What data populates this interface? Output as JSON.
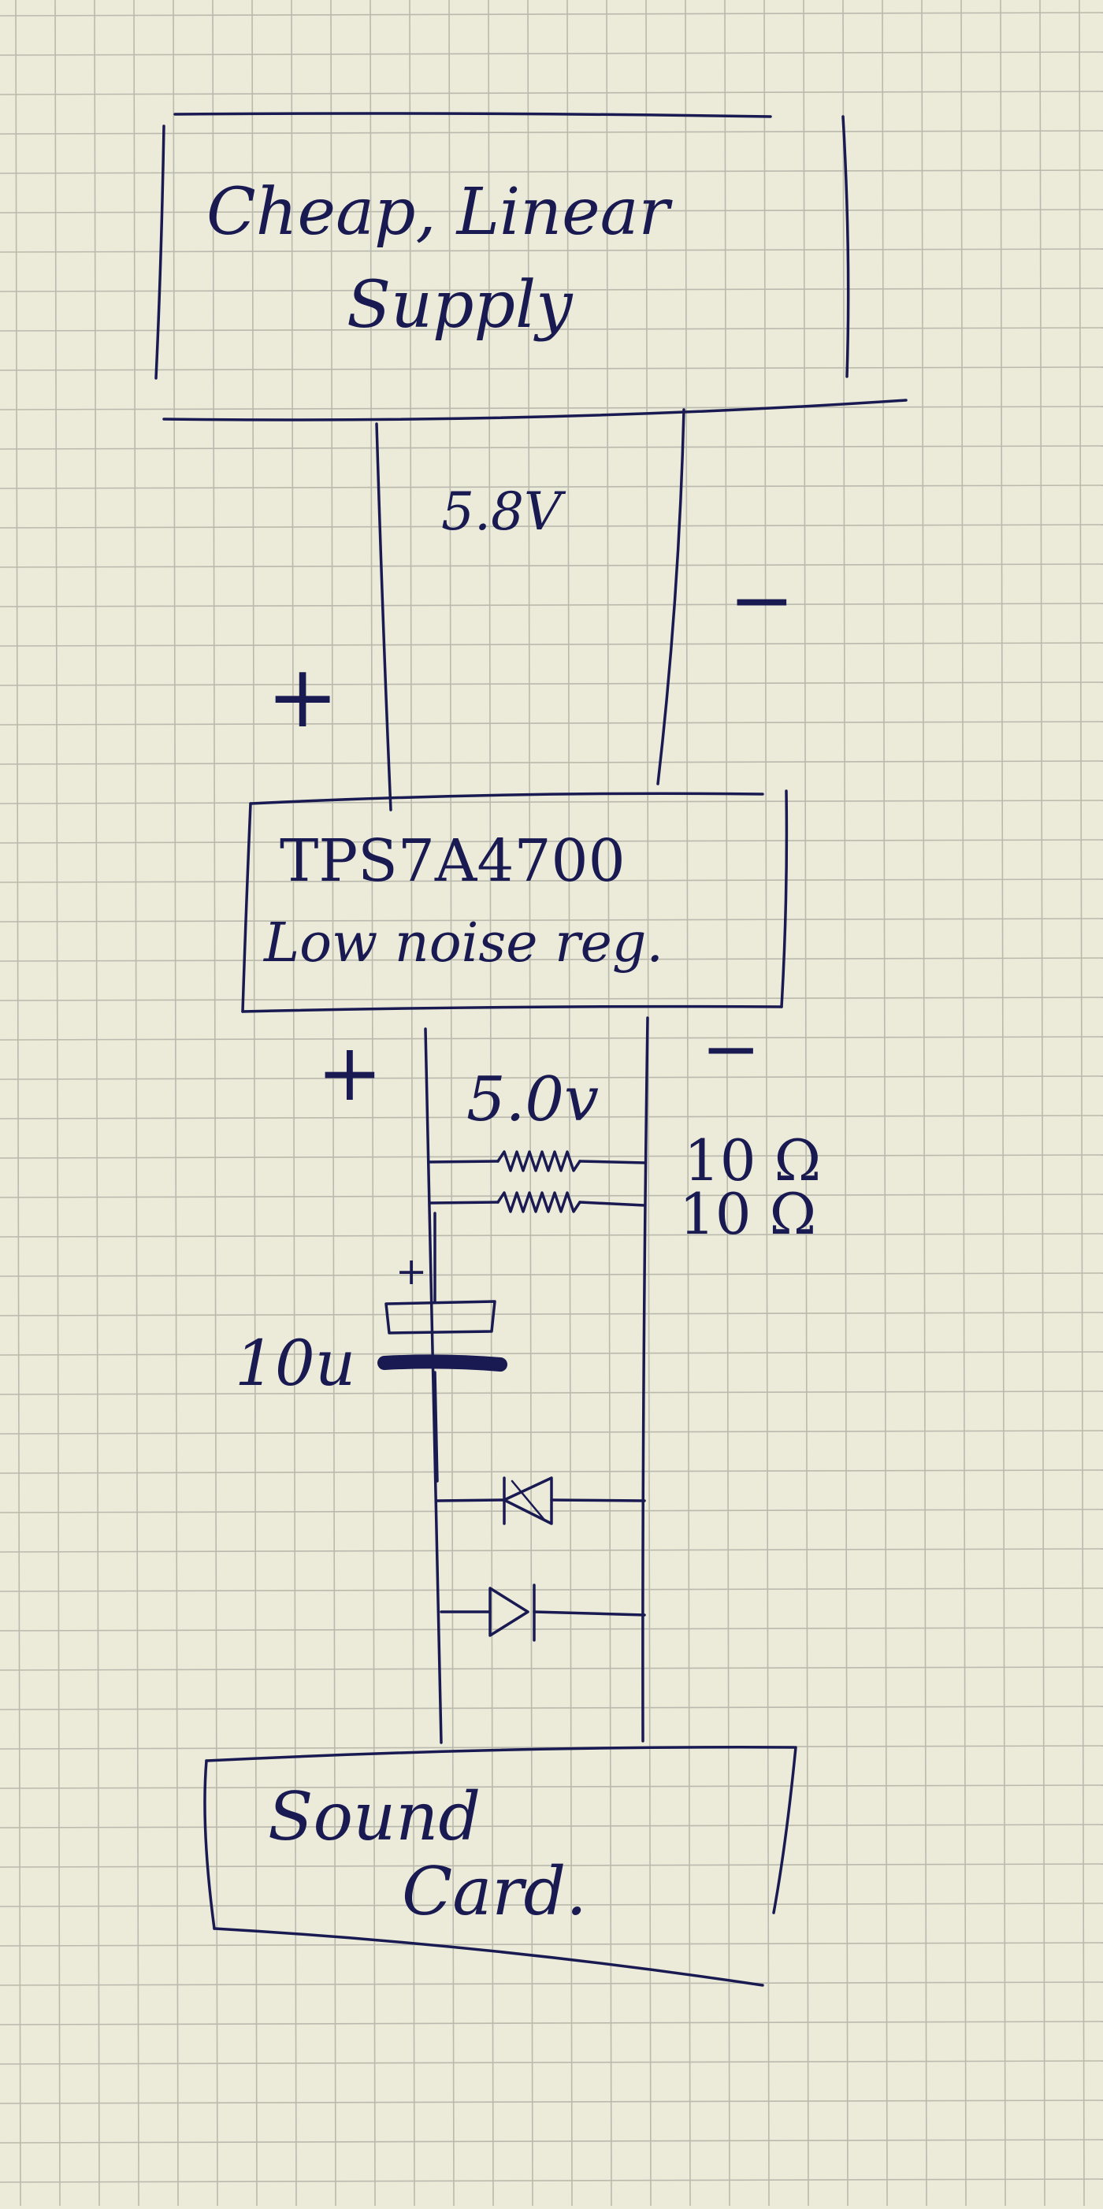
{
  "paper": {
    "background_color": "#ecebd9",
    "grid_color": "#b9b9ad",
    "ink_color": "#1a1a52"
  },
  "supply_block": {
    "line1": "Cheap, Linear",
    "line2": "Supply"
  },
  "supply_rail": {
    "voltage": "5.8V",
    "positive": "+",
    "negative": "−"
  },
  "regulator_block": {
    "part": "TPS7A4700",
    "description": "Low noise reg."
  },
  "output_rail": {
    "voltage": "5.0v",
    "positive": "+",
    "negative": "−"
  },
  "components": {
    "resistor_1": "10 Ω",
    "resistor_2": "10 Ω",
    "capacitor_plus": "+",
    "capacitor_value": "10u"
  },
  "load_block": {
    "line1": "Sound",
    "line2": "Card."
  }
}
